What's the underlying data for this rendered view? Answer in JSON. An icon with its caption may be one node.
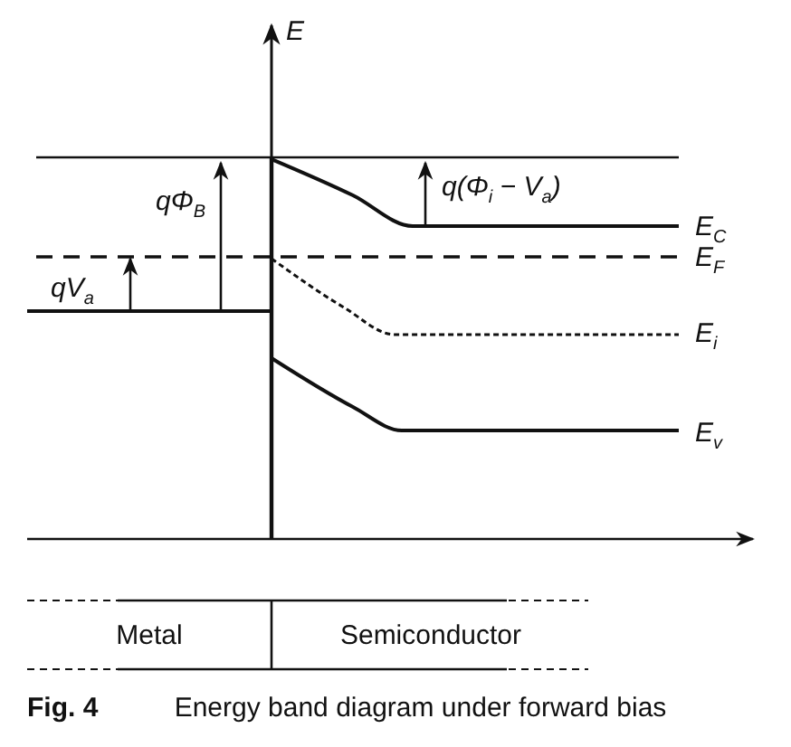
{
  "diagram": {
    "caption": "**Fig. 4** Energy band diagram under forward bias",
    "nodes": [
      {
        "text": [
          "Metal"
        ]
      },
      {
        "text": [
          "Semiconductor"
        ]
      }
    ],
    "labels": [
      "E",
      "qΦ$_{B}$",
      "qV$_{a}$",
      "q(Φ$_{i}$ − V$_{a}$)",
      "E$_{C}$",
      "E$_{F}$",
      "E$_{i}$",
      "E$_{v}$"
    ]
  }
}
